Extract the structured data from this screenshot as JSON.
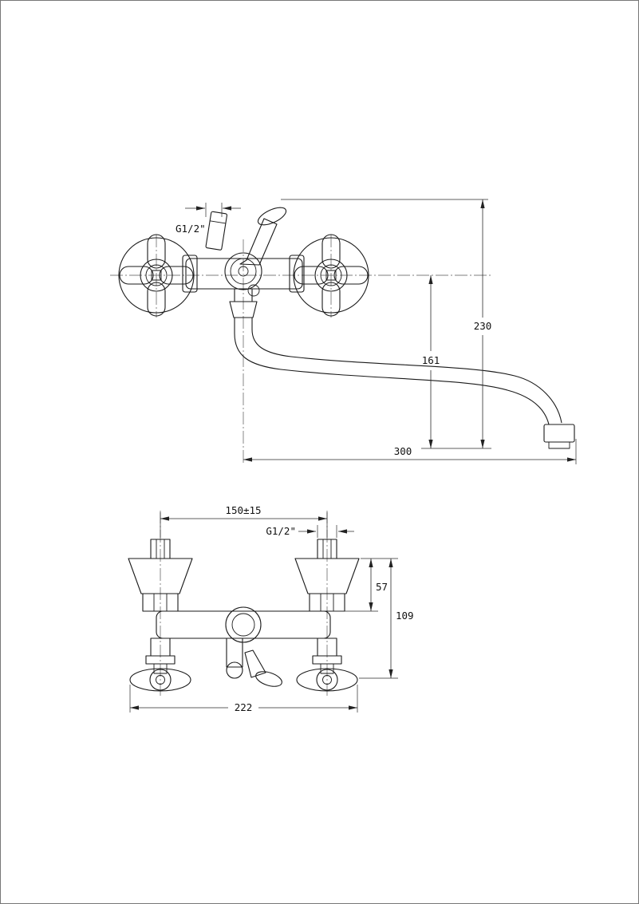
{
  "page": {
    "background": "#ffffff",
    "line_color": "#1a1a1a",
    "description": "Technical dimension drawing of a wall-mounted two-handle bath mixer faucet, front view and top view"
  },
  "front_view": {
    "name": "front-elevation",
    "dims": {
      "thread": "G1/2\"",
      "total_height": "230",
      "spout_drop": "161",
      "spout_reach": "300"
    }
  },
  "top_view": {
    "name": "plan-view",
    "dims": {
      "handle_centers": "150±15",
      "thread": "G1/2\"",
      "body_offset": "57",
      "overall_depth": "109",
      "overall_width": "222"
    }
  }
}
